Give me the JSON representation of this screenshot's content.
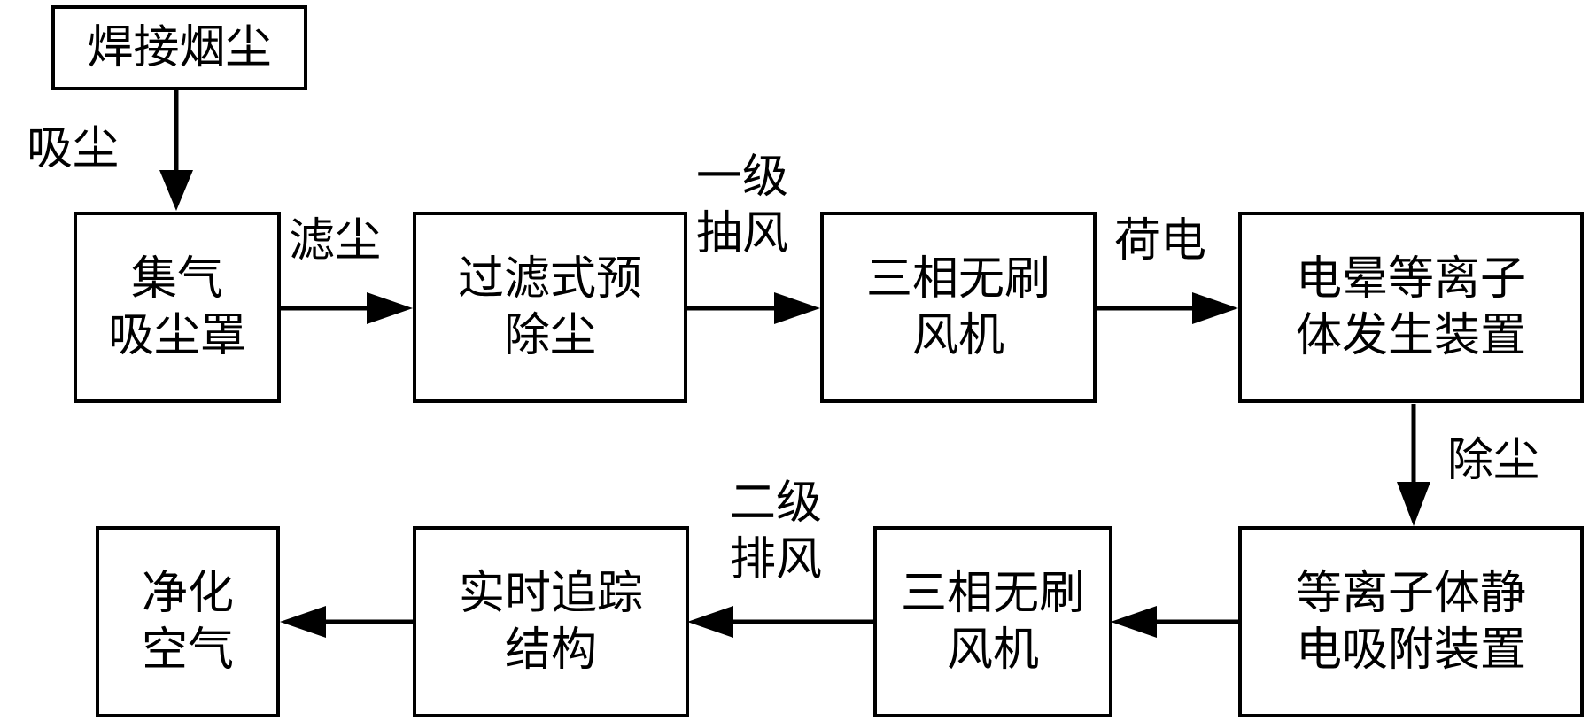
{
  "nodes": {
    "welding_fume": "焊接烟尘",
    "collector_hood": "集气\n吸尘罩",
    "filter_predust": "过滤式预\n除尘",
    "fan_1": "三相无刷\n风机",
    "corona_plasma": "电晕等离子\n体发生装置",
    "plasma_esp": "等离子体静\n电吸附装置",
    "fan_2": "三相无刷\n风机",
    "tracking": "实时追踪\n结构",
    "clean_air": "净化\n空气"
  },
  "edges": {
    "suck_dust": "吸尘",
    "filter_dust": "滤尘",
    "stage1_exhaust": "一级\n抽风",
    "charge": "荷电",
    "remove_dust": "除尘",
    "stage2_exhaust": "二级\n排风"
  }
}
